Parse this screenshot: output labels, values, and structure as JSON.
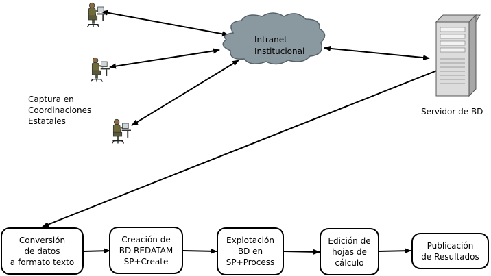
{
  "diagram": {
    "cloud": {
      "label": "Intranet\nInstitucional",
      "color": "#8a989f"
    },
    "capture_label": "Captura en\nCoordinaciones\nEstatales",
    "server_label": "Servidor de BD",
    "process_steps": [
      {
        "id": "conversion",
        "label": "Conversión\nde datos\na formato texto"
      },
      {
        "id": "creacion",
        "label": "Creación de\nBD REDATAM\nSP+Create"
      },
      {
        "id": "explotacion",
        "label": "Explotación\nBD en\nSP+Process"
      },
      {
        "id": "edicion",
        "label": "Edición de\nhojas de\ncálculo"
      },
      {
        "id": "publicacion",
        "label": "Publicación\nde Resultados"
      }
    ],
    "icons": {
      "workstation_1": "person-at-computer-icon",
      "workstation_2": "person-at-computer-icon",
      "workstation_3": "person-at-computer-icon",
      "server": "server-tower-icon",
      "cloud": "network-cloud-icon"
    }
  }
}
